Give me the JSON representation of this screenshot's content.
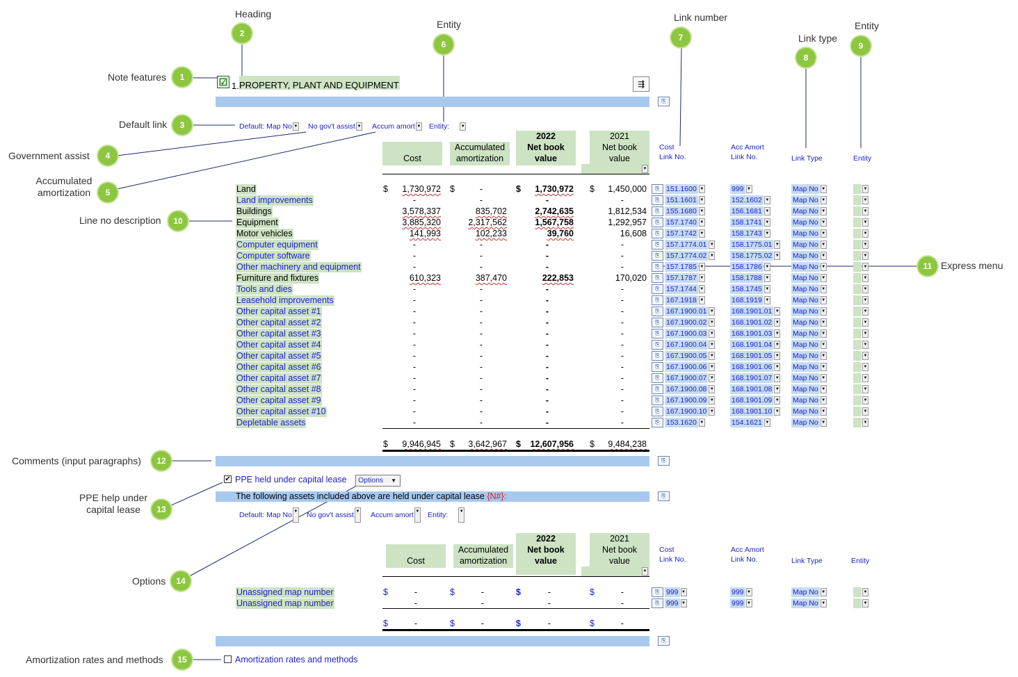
{
  "annotations": {
    "heading": "Heading",
    "entity_top": "Entity",
    "link_number": "Link number",
    "link_type": "Link type",
    "entity_right": "Entity",
    "note_features": "Note features",
    "default_link": "Default link",
    "government_assist": "Government assist",
    "accumulated_amortization": "Accumulated amortization",
    "line_no_description": "Line no description",
    "express_menu": "Express menu",
    "comments": "Comments (input paragraphs)",
    "ppe_capital_lease": "PPE help under capital lease",
    "options": "Options",
    "amortization_rates": "Amortization rates and methods"
  },
  "badges": [
    "1",
    "2",
    "3",
    "4",
    "5",
    "6",
    "7",
    "8",
    "9",
    "10",
    "11",
    "12",
    "13",
    "14",
    "15"
  ],
  "note": {
    "number": "1.",
    "title": "PROPERTY, PLANT AND EQUIPMENT"
  },
  "defaults": {
    "map": "Default: Map No",
    "assist": "No gov't assist",
    "amort": "Accum amort",
    "entity": "Entity:"
  },
  "columns": {
    "cost": "Cost",
    "accum_line1": "Accumulated",
    "accum_line2": "amortization",
    "cur_year": "2022",
    "cur_line1": "Net book",
    "cur_line2": "value",
    "prior_year": "2021",
    "prior_line1": "Net book",
    "prior_line2": "value"
  },
  "link_headers": {
    "cost_line1": "Cost",
    "cost_line2": "Link No.",
    "acc_line1": "Acc Amort",
    "acc_line2": "Link No.",
    "type": "Link Type",
    "entity": "Entity"
  },
  "rows": [
    {
      "label": "Land",
      "blue": false,
      "cost": "1,730,972",
      "acc": "-",
      "nbv": "1,730,972",
      "prior": "1,450,000",
      "cl": "151.1600",
      "al": "999",
      "type": "Map No"
    },
    {
      "label": "Land improvements",
      "blue": true,
      "cost": "-",
      "acc": "-",
      "nbv": "-",
      "prior": "-",
      "cl": "151.1601",
      "al": "152.1602",
      "type": "Map No"
    },
    {
      "label": "Buildings",
      "blue": false,
      "cost": "3,578,337",
      "acc": "835,702",
      "nbv": "2,742,635",
      "prior": "1,812,534",
      "cl": "155.1680",
      "al": "156.1681",
      "type": "Map No"
    },
    {
      "label": "Equipment",
      "blue": false,
      "cost": "3,885,320",
      "acc": "2,317,562",
      "nbv": "1,567,758",
      "prior": "1,292,957",
      "cl": "157.1740",
      "al": "158.1741",
      "type": "Map No"
    },
    {
      "label": "Motor vehicles",
      "blue": false,
      "cost": "141,993",
      "acc": "102,233",
      "nbv": "39,760",
      "prior": "16,608",
      "cl": "157.1742",
      "al": "158.1743",
      "type": "Map No"
    },
    {
      "label": "Computer equipment",
      "blue": true,
      "cost": "-",
      "acc": "-",
      "nbv": "-",
      "prior": "-",
      "cl": "157.1774.01",
      "al": "158.1775.01",
      "type": "Map No"
    },
    {
      "label": "Computer software",
      "blue": true,
      "cost": "-",
      "acc": "-",
      "nbv": "-",
      "prior": "-",
      "cl": "157.1774.02",
      "al": "158.1775.02",
      "type": "Map No"
    },
    {
      "label": "Other machinery and equipment",
      "blue": true,
      "cost": "-",
      "acc": "-",
      "nbv": "-",
      "prior": "-",
      "cl": "157.1785",
      "al": "158.1786",
      "type": "Map No"
    },
    {
      "label": "Furniture and fixtures",
      "blue": false,
      "cost": "610,323",
      "acc": "387,470",
      "nbv": "222,853",
      "prior": "170,020",
      "cl": "157.1787",
      "al": "158.1788",
      "type": "Map No"
    },
    {
      "label": "Tools and dies",
      "blue": true,
      "cost": "-",
      "acc": "-",
      "nbv": "-",
      "prior": "-",
      "cl": "157.1744",
      "al": "158.1745",
      "type": "Map No"
    },
    {
      "label": "Leasehold improvements",
      "blue": true,
      "cost": "-",
      "acc": "-",
      "nbv": "-",
      "prior": "-",
      "cl": "167.1918",
      "al": "168.1919",
      "type": "Map No"
    },
    {
      "label": "Other capital asset #1",
      "blue": true,
      "cost": "-",
      "acc": "-",
      "nbv": "-",
      "prior": "-",
      "cl": "167.1900.01",
      "al": "168.1901.01",
      "type": "Map No"
    },
    {
      "label": "Other capital asset #2",
      "blue": true,
      "cost": "-",
      "acc": "-",
      "nbv": "-",
      "prior": "-",
      "cl": "167.1900.02",
      "al": "168.1901.02",
      "type": "Map No"
    },
    {
      "label": "Other capital asset #3",
      "blue": true,
      "cost": "-",
      "acc": "-",
      "nbv": "-",
      "prior": "-",
      "cl": "167.1900.03",
      "al": "168.1901.03",
      "type": "Map No"
    },
    {
      "label": "Other capital asset #4",
      "blue": true,
      "cost": "-",
      "acc": "-",
      "nbv": "-",
      "prior": "-",
      "cl": "167.1900.04",
      "al": "168.1901.04",
      "type": "Map No"
    },
    {
      "label": "Other capital asset #5",
      "blue": true,
      "cost": "-",
      "acc": "-",
      "nbv": "-",
      "prior": "-",
      "cl": "167.1900.05",
      "al": "168.1901.05",
      "type": "Map No"
    },
    {
      "label": "Other capital asset #6",
      "blue": true,
      "cost": "-",
      "acc": "-",
      "nbv": "-",
      "prior": "-",
      "cl": "167.1900.06",
      "al": "168.1901.06",
      "type": "Map No"
    },
    {
      "label": "Other capital asset #7",
      "blue": true,
      "cost": "-",
      "acc": "-",
      "nbv": "-",
      "prior": "-",
      "cl": "167.1900.07",
      "al": "168.1901.07",
      "type": "Map No"
    },
    {
      "label": "Other capital asset #8",
      "blue": true,
      "cost": "-",
      "acc": "-",
      "nbv": "-",
      "prior": "-",
      "cl": "167.1900.08",
      "al": "168.1901.08",
      "type": "Map No"
    },
    {
      "label": "Other capital asset #9",
      "blue": true,
      "cost": "-",
      "acc": "-",
      "nbv": "-",
      "prior": "-",
      "cl": "167.1900.09",
      "al": "168.1901.09",
      "type": "Map No"
    },
    {
      "label": "Other capital asset #10",
      "blue": true,
      "cost": "-",
      "acc": "-",
      "nbv": "-",
      "prior": "-",
      "cl": "167.1900.10",
      "al": "168.1901.10",
      "type": "Map No"
    },
    {
      "label": "Depletable assets",
      "blue": true,
      "cost": "-",
      "acc": "-",
      "nbv": "-",
      "prior": "-",
      "cl": "153.1620",
      "al": "154.1621",
      "type": "Map No"
    }
  ],
  "totals": {
    "dollar": "$",
    "cost": "9,946,945",
    "acc": "3,642,967",
    "nbv": "12,607,956",
    "prior": "9,484,238"
  },
  "lease": {
    "checkbox_label": "PPE held under capital lease",
    "options": "Options",
    "intro": "The following assets included above are held under capital lease",
    "intro_code": "{N#}:",
    "rows": [
      {
        "label": "Unassigned map number",
        "cost": "-",
        "acc": "-",
        "nbv": "-",
        "prior": "-",
        "cl": "999",
        "al": "999",
        "type": "Map No"
      },
      {
        "label": "Unassigned map number",
        "cost": "-",
        "acc": "-",
        "nbv": "-",
        "prior": "-",
        "cl": "999",
        "al": "999",
        "type": "Map No"
      }
    ],
    "totals": {
      "cost": "-",
      "acc": "-",
      "nbv": "-",
      "prior": "-"
    }
  },
  "amort_rates": {
    "label": "Amortization rates and methods"
  },
  "dollar": "$"
}
